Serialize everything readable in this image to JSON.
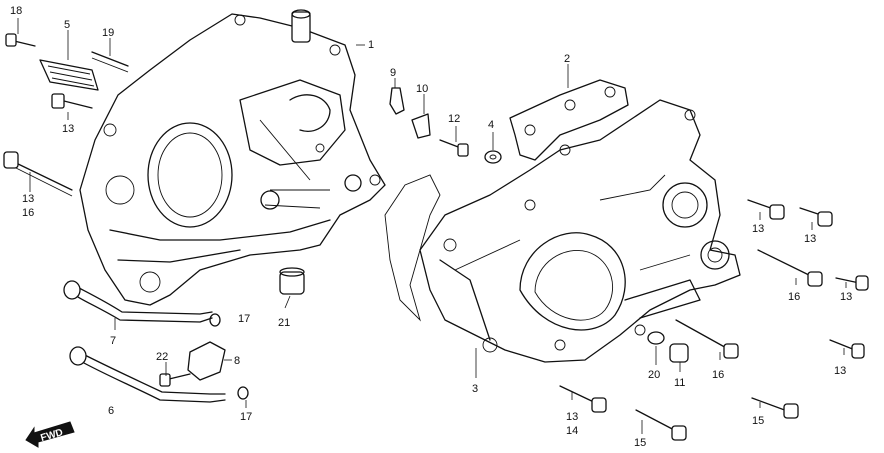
{
  "callouts": {
    "c1": "1",
    "c2": "2",
    "c3": "3",
    "c4": "4",
    "c5": "5",
    "c6": "6",
    "c7": "7",
    "c8": "8",
    "c9": "9",
    "c10": "10",
    "c11": "11",
    "c12": "12",
    "c13_bolt_left_top": "13",
    "c13_left_long": "13",
    "c13_right_1": "13",
    "c13_right_2": "13",
    "c13_right_3": "13",
    "c13_right_4": "13",
    "c13_bottom": "13",
    "c14": "14",
    "c15_bottom": "15",
    "c15_right": "15",
    "c16_left": "16",
    "c16_right_1": "16",
    "c16_right_2": "16",
    "c17_top": "17",
    "c17_bottom": "17",
    "c18": "18",
    "c19": "19",
    "c20": "20",
    "c21": "21",
    "c22": "22"
  },
  "direction": {
    "fwd": "FWD"
  }
}
